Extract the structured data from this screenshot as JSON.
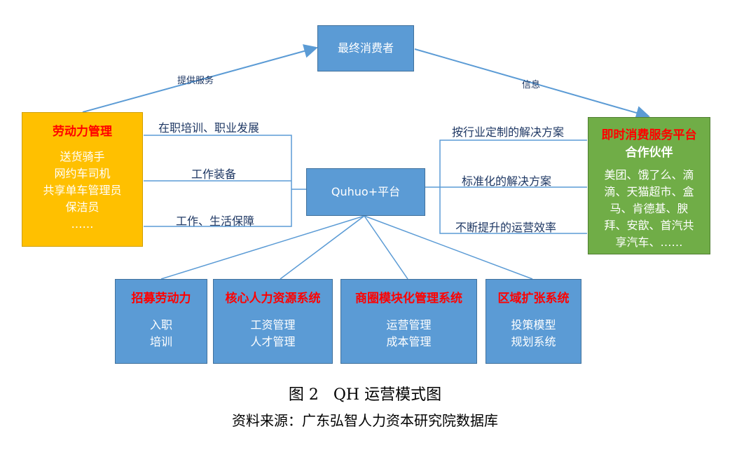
{
  "nodes": {
    "consumer": "最终消费者",
    "platform": "Quhuo+平台",
    "labor": {
      "title": "劳动力管理",
      "items": [
        "送货骑手",
        "网约车司机",
        "共享单车管理员",
        "保洁员",
        "……"
      ]
    },
    "partner": {
      "title": "即时消费服务平台",
      "subtitle": "合作伙伴",
      "items": [
        "美团、饿了么、滴",
        "滴、天猫超市、盒",
        "马、肯德基、腴",
        "拜、安歆、首汽共",
        "享汽车、……"
      ]
    },
    "recruit": {
      "title": "招募劳动力",
      "items": [
        "入职",
        "培训"
      ]
    },
    "hr": {
      "title": "核心人力资源系统",
      "items": [
        "工资管理",
        "人才管理"
      ]
    },
    "module": {
      "title": "商圈模块化管理系统",
      "items": [
        "运营管理",
        "成本管理"
      ]
    },
    "region": {
      "title": "区域扩张系统",
      "items": [
        "投策模型",
        "规划系统"
      ]
    }
  },
  "edges": {
    "provide_service": "提供服务",
    "info": "信息",
    "training": "在职培训、职业发展",
    "equipment": "工作装备",
    "security": "工作、生活保障",
    "custom_solution": "按行业定制的解决方案",
    "standard_solution": "标准化的解决方案",
    "efficiency": "不断提升的运营效率"
  },
  "caption": {
    "title": "图 2   QH 运营模式图",
    "source": "资料来源：广东弘智人力资本研究院数据库"
  },
  "colors": {
    "box_blue": "#5b9bd5",
    "box_orange": "#ffc000",
    "box_green": "#70ad47",
    "line": "#5b9bd5",
    "title_red": "#ff0000"
  }
}
